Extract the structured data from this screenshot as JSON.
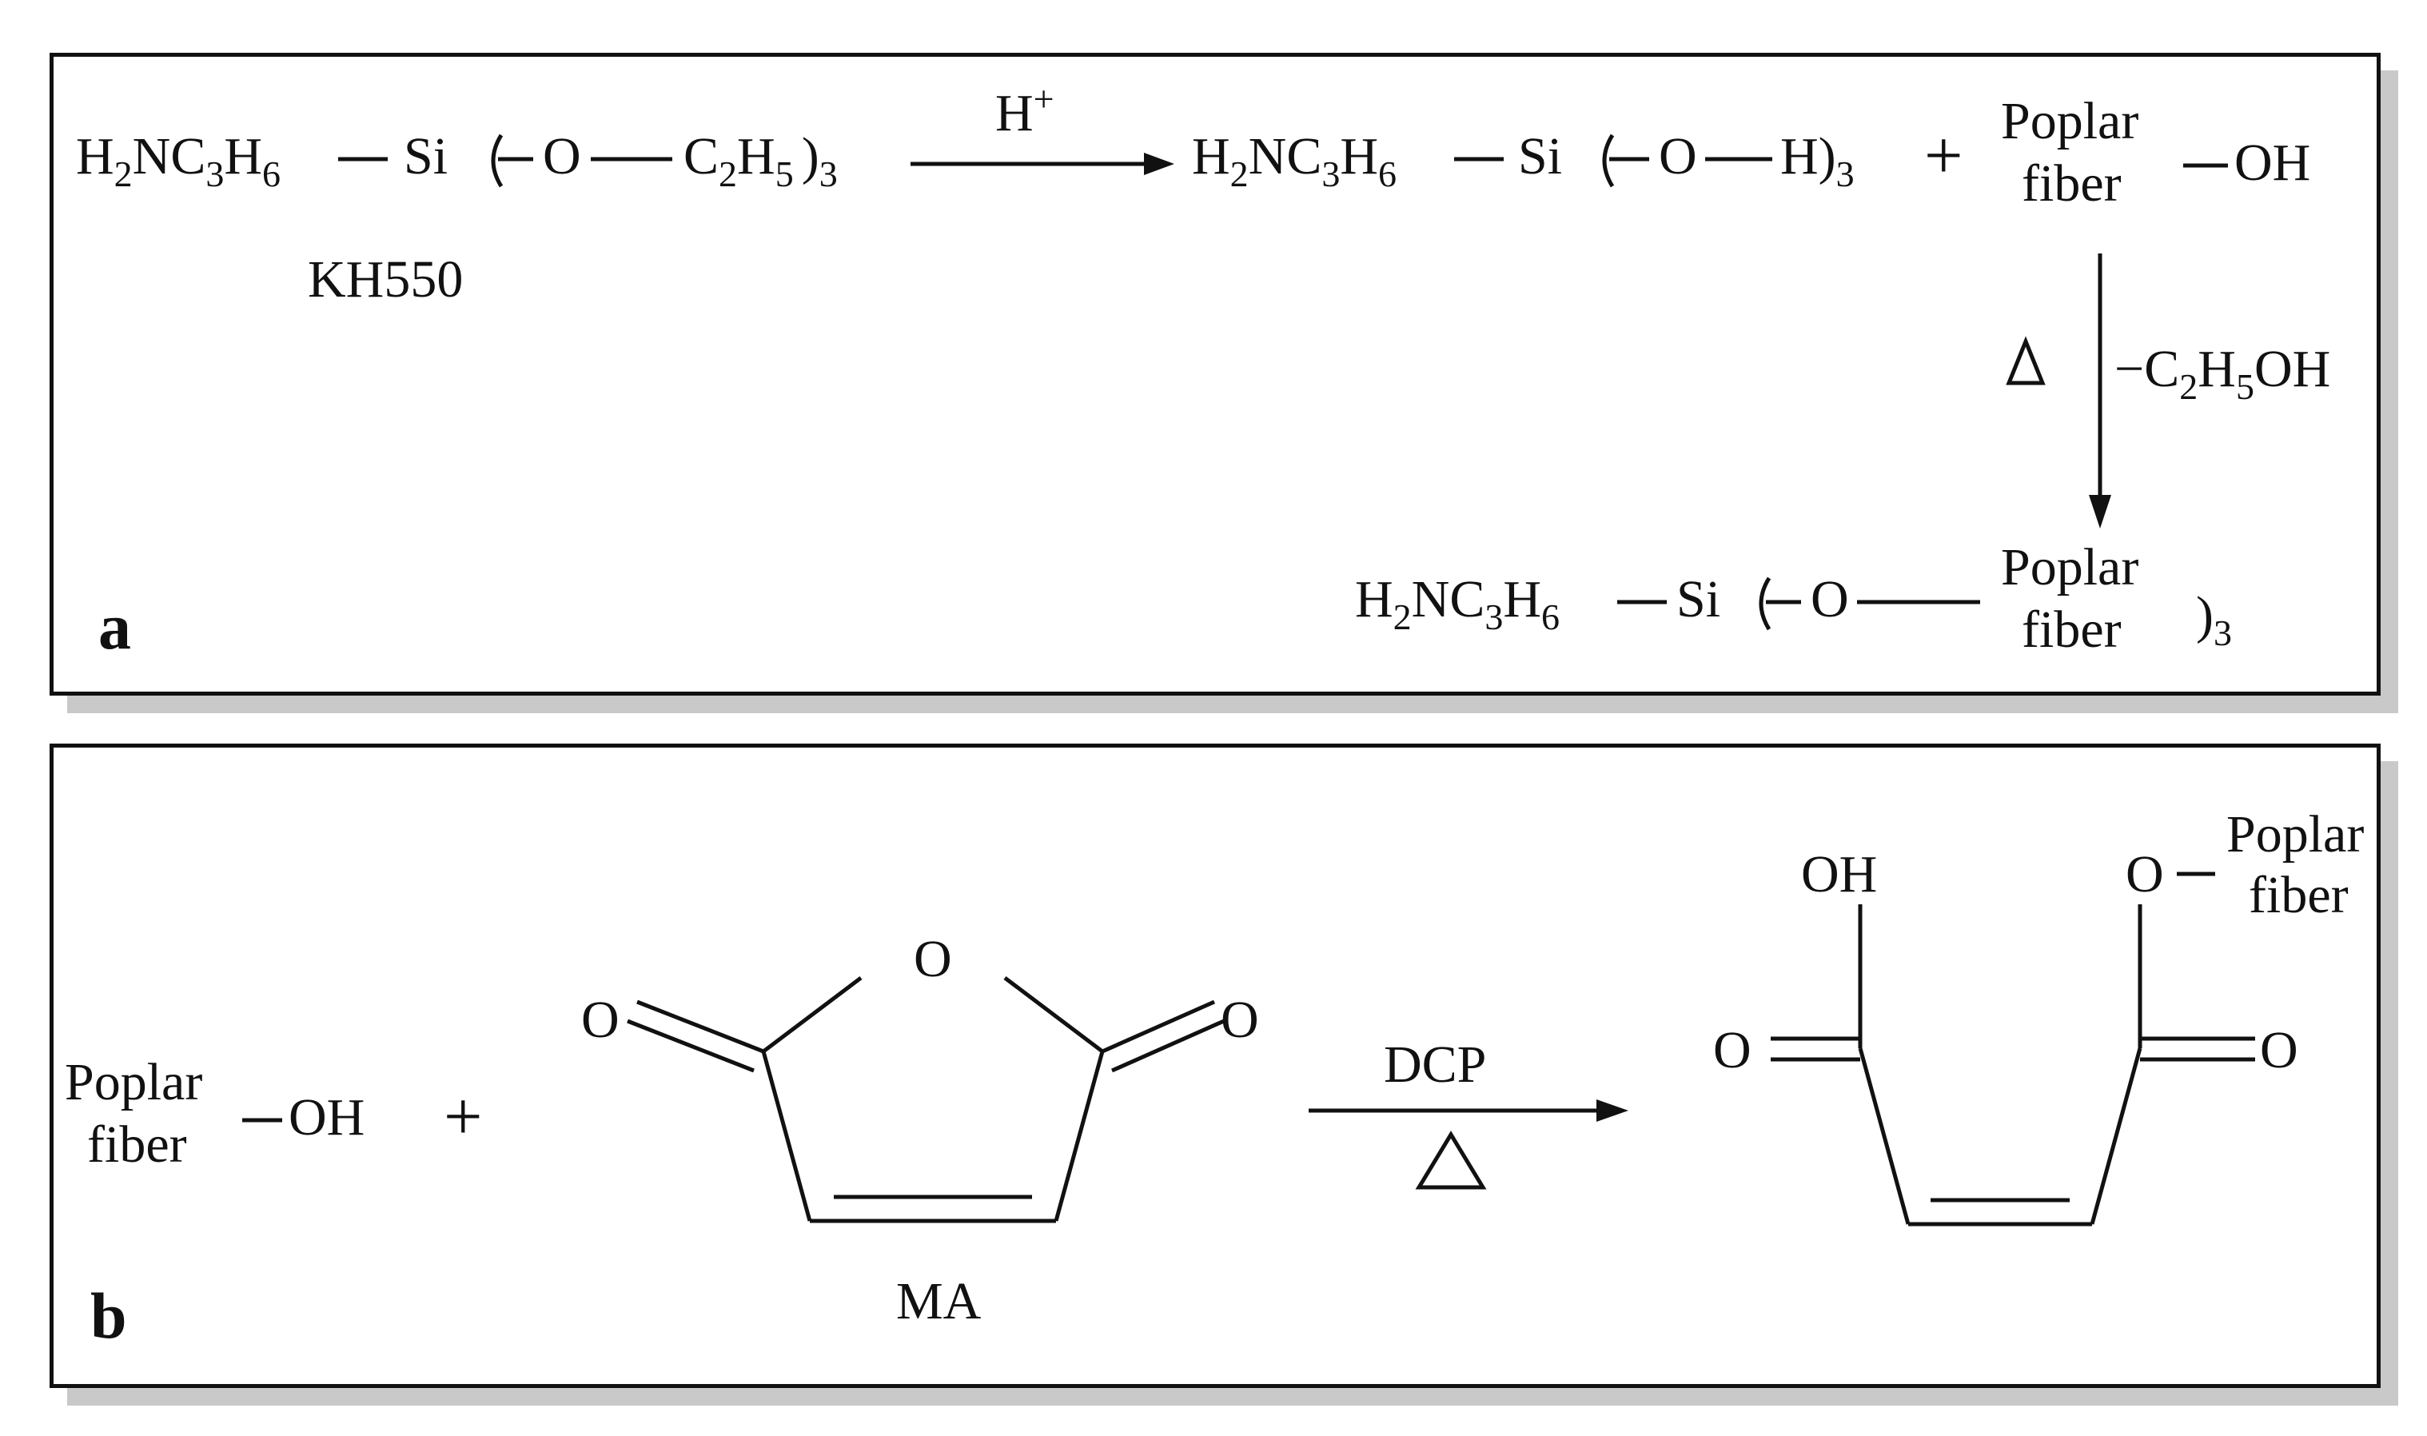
{
  "panel_a": {
    "label": "a",
    "reagent": {
      "prefix": "H",
      "s1": "2",
      "mid1": "NC",
      "s2": "3",
      "mid2": "H",
      "s3": "6",
      "si": "Si",
      "o": "O",
      "c": "C",
      "s4": "2",
      "h": "H",
      "s5": "5",
      "close": ")",
      "n": "3"
    },
    "reagent_name": "KH550",
    "acid": {
      "base": "H",
      "sup": "+"
    },
    "silanol": {
      "prefix": "H",
      "s1": "2",
      "mid1": "NC",
      "s2": "3",
      "mid2": "H",
      "s3": "6",
      "si": "Si",
      "o": "O",
      "h": "H)",
      "n": "3"
    },
    "plus": "+",
    "fiber_line1": "Poplar",
    "fiber_line2": "fiber",
    "oh": "OH",
    "byproduct": {
      "minus": "−",
      "c": "C",
      "s1": "2",
      "h": "H",
      "s2": "5",
      "oh": "OH"
    },
    "product": {
      "prefix": "H",
      "s1": "2",
      "mid1": "NC",
      "s2": "3",
      "mid2": "H",
      "s3": "6",
      "si": "Si",
      "o": "O",
      "close": ")",
      "n": "3"
    },
    "product_fiber_line1": "Poplar",
    "product_fiber_line2": "fiber"
  },
  "panel_b": {
    "label": "b",
    "fiber_line1": "Poplar",
    "fiber_line2": "fiber",
    "oh": "OH",
    "plus": "+",
    "ring_o": "O",
    "carbonyl_left": "O",
    "carbonyl_right": "O",
    "reagent_name": "MA",
    "catalyst": "DCP",
    "product_oh": "OH",
    "product_o_ester": "O",
    "product_fiber_line1": "Poplar",
    "product_fiber_line2": "fiber",
    "product_carbonyl_left": "O",
    "product_carbonyl_right": "O"
  }
}
